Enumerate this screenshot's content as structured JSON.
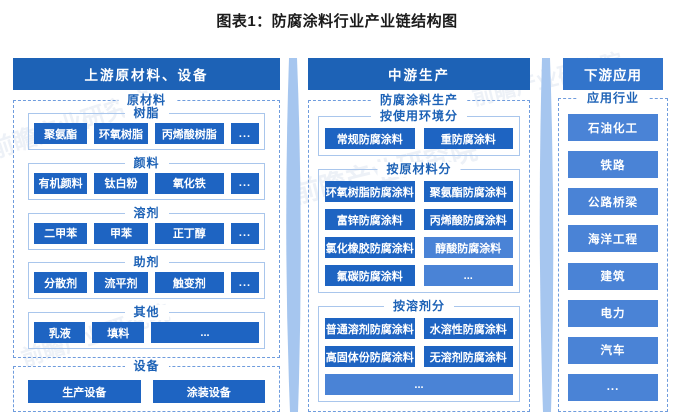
{
  "title": "图表1：防腐涂料行业产业链结构图",
  "watermark": "前瞻产业研究院",
  "colors": {
    "header_blue": "#1d62b6",
    "header_blue_light": "#3274cb",
    "item_blue": "#1e64c2",
    "item_blue_light": "#4a83d6",
    "label_blue": "#1d62b6",
    "dashed_border": "#6f9cdd",
    "inner_border": "#a9c6ec",
    "separator": "#a6c6ef"
  },
  "columns": {
    "upstream": {
      "header": "上游原材料、设备",
      "sections": [
        {
          "label": "原材料",
          "groups": [
            {
              "label": "树脂",
              "items": [
                "聚氨酯",
                "环氧树脂",
                "丙烯酸树脂",
                "..."
              ]
            },
            {
              "label": "颜料",
              "items": [
                "有机颜料",
                "钛白粉",
                "氧化铁",
                "..."
              ]
            },
            {
              "label": "溶剂",
              "items": [
                "二甲苯",
                "甲苯",
                "正丁醇",
                "..."
              ]
            },
            {
              "label": "助剂",
              "items": [
                "分散剂",
                "流平剂",
                "触变剂",
                "..."
              ]
            },
            {
              "label": "其他",
              "items": [
                "乳液",
                "填料",
                "..."
              ]
            }
          ]
        },
        {
          "label": "设备",
          "items": [
            "生产设备",
            "涂装设备"
          ]
        }
      ]
    },
    "midstream": {
      "header": "中游生产",
      "section_label": "防腐涂料生产",
      "groups": [
        {
          "label": "按使用环境分",
          "rows": [
            [
              "常规防腐涂料",
              "重防腐涂料"
            ]
          ]
        },
        {
          "label": "按原材料分",
          "rows": [
            [
              "环氧树脂防腐涂料",
              "聚氨酯防腐涂料"
            ],
            [
              "富锌防腐涂料",
              "丙烯酸防腐涂料"
            ],
            [
              "氯化橡胶防腐涂料",
              "醇酸防腐涂料"
            ],
            [
              "氟碳防腐涂料",
              "..."
            ]
          ]
        },
        {
          "label": "按溶剂分",
          "rows": [
            [
              "普通溶剂防腐涂料",
              "水溶性防腐涂料"
            ],
            [
              "高固体份防腐涂料",
              "无溶剂防腐涂料"
            ],
            [
              "..."
            ]
          ]
        }
      ]
    },
    "downstream": {
      "header": "下游应用",
      "section_label": "应用行业",
      "items": [
        "石油化工",
        "铁路",
        "公路桥梁",
        "海洋工程",
        "建筑",
        "电力",
        "汽车",
        "..."
      ]
    }
  }
}
